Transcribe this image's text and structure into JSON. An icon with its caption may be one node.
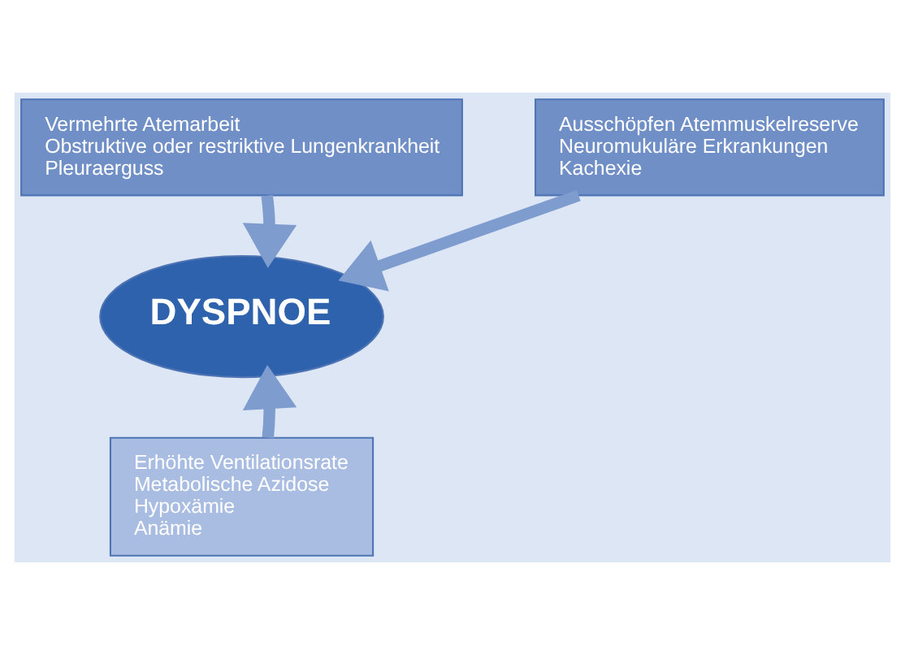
{
  "diagram": {
    "nodes": [
      {
        "text": [
          "Vermehrte Atemarbeit",
          "Obstruktive oder restriktive Lungenkrankheit",
          "Pleuraerguss"
        ]
      },
      {
        "text": [
          "Ausschöpfen Atemmuskelreserve",
          "Neuromukuläre Erkrankungen",
          "Kachexie"
        ]
      },
      {
        "text": [
          "DYSPNOE"
        ]
      },
      {
        "text": [
          "Erhöhte Ventilationsrate",
          "Metabolische Azidose",
          "Hypoxämie",
          "Anämie"
        ]
      }
    ],
    "edges": [
      {
        "from": 0,
        "to": 2,
        "arrow": "to"
      },
      {
        "from": 1,
        "to": 2,
        "arrow": "to"
      },
      {
        "from": 3,
        "to": 2,
        "arrow": "to"
      }
    ]
  }
}
